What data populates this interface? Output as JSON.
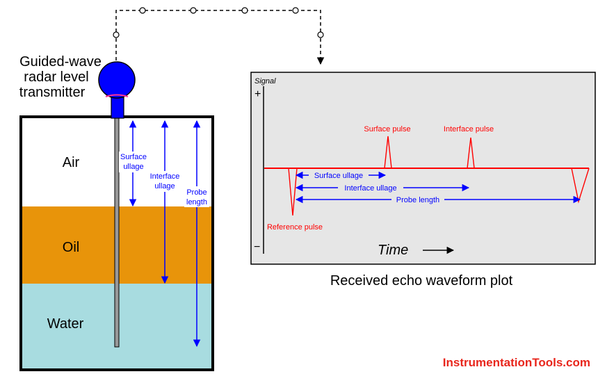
{
  "transmitter": {
    "line1": "Guided-wave",
    "line2": "radar level",
    "line3": "transmitter"
  },
  "tank": {
    "layers": {
      "air": "Air",
      "oil": "Oil",
      "water": "Water"
    },
    "arrows": {
      "surface_1": "Surface",
      "surface_2": "ullage",
      "interface_1": "Interface",
      "interface_2": "ullage",
      "probe_1": "Probe",
      "probe_2": "length"
    }
  },
  "plot": {
    "signal_label": "Signal",
    "plus": "+",
    "minus": "−",
    "surface_pulse": "Surface pulse",
    "interface_pulse": "Interface pulse",
    "reference_pulse": "Reference pulse",
    "surface_ullage": "Surface ullage",
    "interface_ullage": "Interface ullage",
    "probe_length": "Probe length",
    "time_label": "Time",
    "caption": "Received echo waveform plot"
  },
  "watermark": "InstrumentationTools.com",
  "colors": {
    "air": "#ffffff",
    "oil": "#e8940a",
    "water": "#a8dce0",
    "plot_bg": "#e6e6e6",
    "signal": "#ff0000",
    "arrows": "#0000ff",
    "transmitter": "#0000ff",
    "watermark": "#e8261c"
  }
}
